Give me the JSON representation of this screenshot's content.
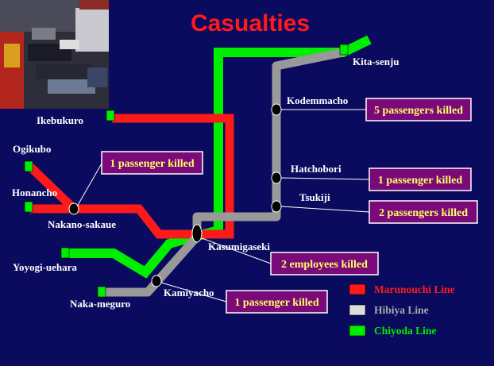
{
  "title": "Casualties",
  "photo_description": "",
  "lines": {
    "marunouchi": {
      "name": "Marunouchi Line",
      "color": "#ff1a1a"
    },
    "hibiya": {
      "name": "Hibiya Line",
      "color": "#999999"
    },
    "chiyoda": {
      "name": "Chiyoda Line",
      "color": "#00ee00"
    }
  },
  "legend_swatch_colors": {
    "marunouchi": "#ff1a1a",
    "hibiya": "#dddddd",
    "chiyoda": "#00ee00"
  },
  "stations": {
    "kita_senju": "Kita-senju",
    "kodemmacho": "Kodemmacho",
    "ikebukuro": "Ikebukuro",
    "ogikubo": "Ogikubo",
    "honancho": "Honancho",
    "nakano_sakaue": "Nakano-sakaue",
    "hatchobori": "Hatchobori",
    "tsukiji": "Tsukiji",
    "kasumigaseki": "Kasumigaseki",
    "yoyogi_uehara": "Yoyogi-uehara",
    "kamiyacho": "Kamiyacho",
    "naka_meguro": "Naka-meguro"
  },
  "casualty_boxes": {
    "kodemmacho": "5 passengers killed",
    "nakano_sakaue": "1 passenger killed",
    "hatchobori": "1 passenger killed",
    "tsukiji": "2 passengers killed",
    "kasumigaseki": "2 employees killed",
    "kamiyacho": "1 passenger killed"
  },
  "box_colors": {
    "fill": "#7a0a7a",
    "border": "#ffffff",
    "text": "#ffff66"
  }
}
